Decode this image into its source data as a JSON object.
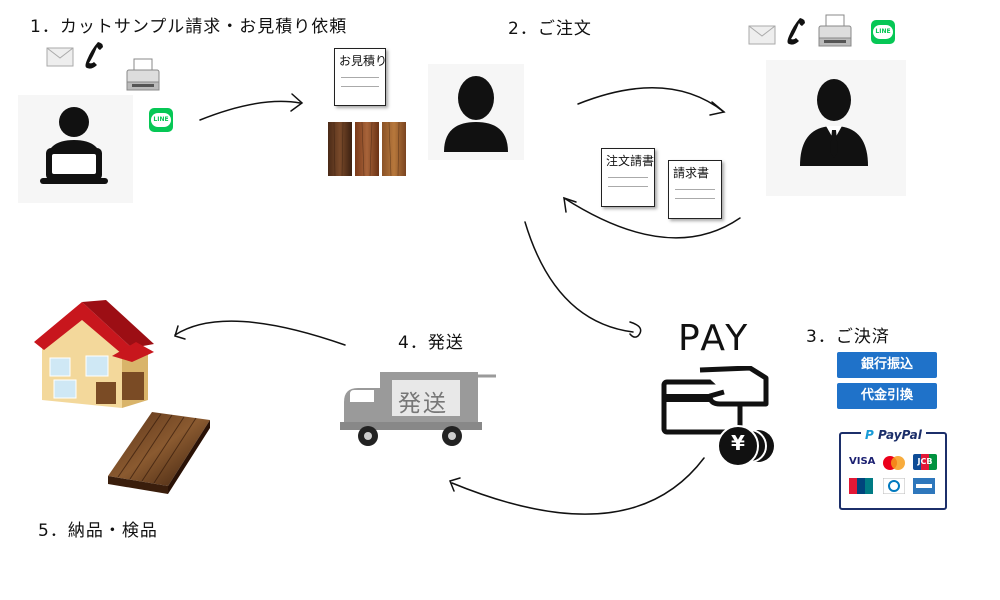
{
  "steps": {
    "step1": "1．カットサンプル請求・お見積り依頼",
    "step2": "2．ご注文",
    "step3": "3．ご決済",
    "step4": "4．発送",
    "step5": "5．納品・検品"
  },
  "documents": {
    "estimate": "お見積り",
    "order_form": "注文請書",
    "invoice": "請求書"
  },
  "payment": {
    "pay_text": "PAY",
    "yen_symbol": "¥",
    "bank_transfer": "銀行振込",
    "cash_on_delivery": "代金引換",
    "paypal_label": "PayPal",
    "cards": [
      "VISA",
      "JCB"
    ]
  },
  "truck": {
    "sign": "発送"
  },
  "contact_icons": [
    "mail-icon",
    "phone-icon",
    "fax-icon",
    "line-icon"
  ],
  "line_label": "LINE",
  "colors": {
    "button_blue": "#1f72c9",
    "paypal_navy": "#1c2f6a",
    "line_green": "#06c755",
    "roof_red": "#c8161d",
    "wood_brown": "#6b3f22"
  }
}
